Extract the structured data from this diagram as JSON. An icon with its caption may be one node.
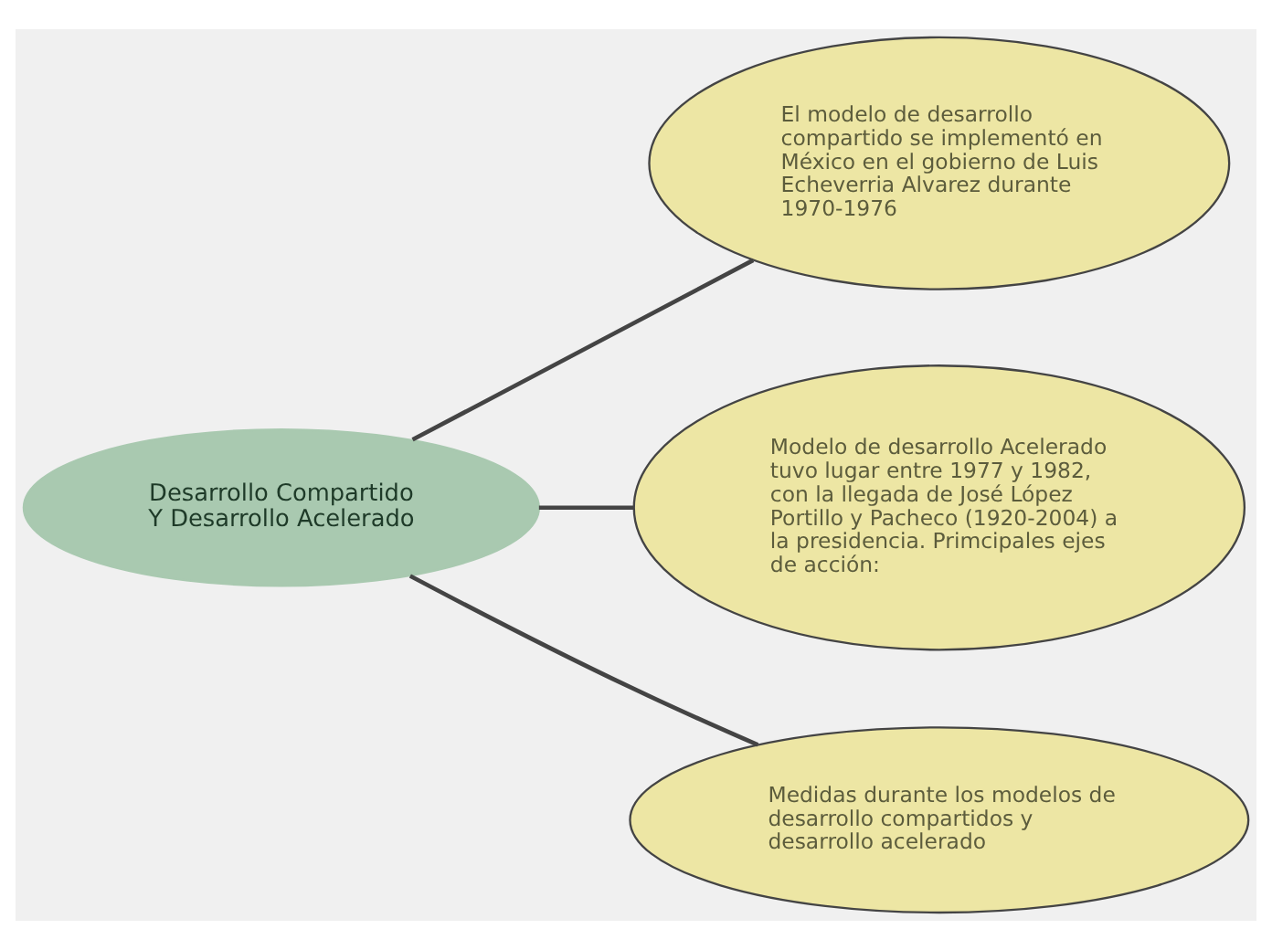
{
  "diagram": {
    "nodes": [
      {
        "text": [
          "Desarrollo Compartido Y Desarrollo Acelerado"
        ]
      },
      {
        "text": [
          "El modelo de desarrollo compartido se implementó en México en el gobierno de Luis Echeverria Alvarez durante 1970-1976"
        ]
      },
      {
        "text": [
          "Modelo de desarrollo Acelerado tuvo lugar entre 1977 y 1982, con la llegada de José López Portillo y Pacheco (1920-2004) a la presidencia. Primcipales ejes de acción:"
        ]
      },
      {
        "text": [
          "Medidas durante los modelos de desarrollo compartidos y desarrollo acelerado"
        ]
      }
    ],
    "edges": [
      {
        "from": 0,
        "to": 1,
        "arrow": "none"
      },
      {
        "from": 0,
        "to": 2,
        "arrow": "none"
      },
      {
        "from": 0,
        "to": 3,
        "arrow": "none"
      }
    ]
  }
}
